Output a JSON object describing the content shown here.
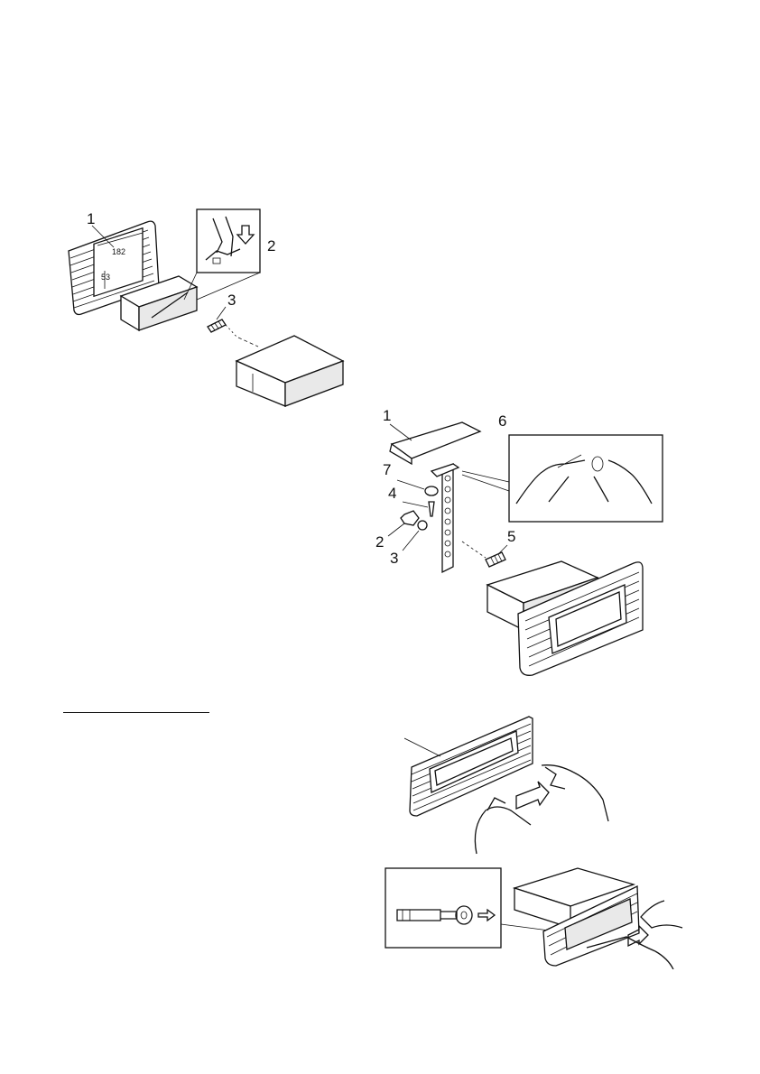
{
  "fig1": {
    "callouts": [
      "1",
      "2",
      "3"
    ],
    "dimensions": {
      "width": "182",
      "height": "53"
    }
  },
  "fig2": {
    "callouts": [
      "1",
      "6",
      "7",
      "4",
      "2",
      "3",
      "5"
    ]
  },
  "icons": [
    "hand-icon",
    "arrow-icon",
    "key-icon"
  ]
}
